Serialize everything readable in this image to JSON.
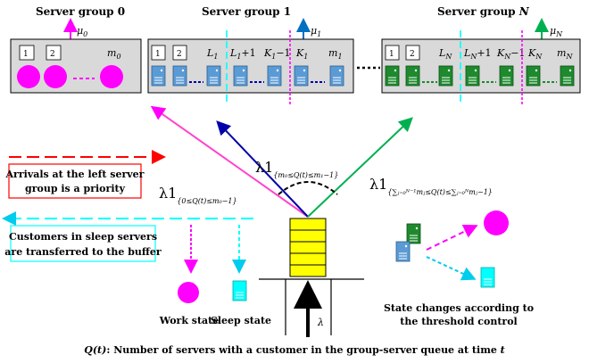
{
  "groups": {
    "g0": {
      "title": "Server group 0",
      "mu": "μ",
      "mu_sub": "0",
      "n1": "1",
      "n2": "2",
      "nm": "m",
      "nm_sub": "0"
    },
    "g1": {
      "title": "Server group 1",
      "mu": "μ",
      "mu_sub": "1",
      "n1": "1",
      "n2": "2",
      "L": "L",
      "L_sub": "1",
      "Lp": "L",
      "Lp_sub": "1",
      "Lp_suffix": "+1",
      "Km": "K",
      "Km_sub": "1",
      "Km_suffix": "−1",
      "K": "K",
      "K_sub": "1",
      "m": "m",
      "m_sub": "1"
    },
    "gN": {
      "title": "Server group N",
      "title_prefix": "Server group ",
      "title_N": "N",
      "mu": "μ",
      "mu_sub": "N",
      "n1": "1",
      "n2": "2",
      "L": "L",
      "L_sub": "N",
      "Lp": "L",
      "Lp_sub": "N",
      "Lp_suffix": "+1",
      "Km": "K",
      "Km_sub": "N",
      "Km_suffix": "−1",
      "K": "K",
      "K_sub": "N",
      "m": "m",
      "m_sub": "N"
    }
  },
  "rates": {
    "left": {
      "lam": "λ1",
      "cond": "{0≤Q(t)≤m₀−1}"
    },
    "middle": {
      "lam": "λ1",
      "cond": "{m₀≤Q(t)≤m₁−1}"
    },
    "right": {
      "lam": "λ1",
      "cond": "{∑ⱼ₌₀ᴺ⁻¹mⱼ≤Q(t)≤∑ⱼ₌₀ᴺmⱼ−1}"
    },
    "arrival": "λ"
  },
  "notes": {
    "priority_line1": "Arrivals at the left server",
    "priority_line2": "group is a priority",
    "sleep_line1": "Customers in sleep servers",
    "sleep_line2": "are transferred to the buffer",
    "work_state": "Work state",
    "sleep_state": "Sleep state",
    "state_change_line1": "State changes according to",
    "state_change_line2": "the threshold control"
  },
  "caption": {
    "q": "Q(t)",
    "text": ": Number of servers with a customer in the group-server queue at time ",
    "t": "t"
  },
  "colors": {
    "magenta": "#ff00ff",
    "blue_server": "#5b9bd5",
    "green_server": "#1e8a2e",
    "cyan": "#00ffff",
    "arrow_blue": "#0070c0",
    "arrow_green": "#00b050",
    "red": "#ff0000",
    "yellow": "#ffff00",
    "panel": "#d9d9d9"
  }
}
